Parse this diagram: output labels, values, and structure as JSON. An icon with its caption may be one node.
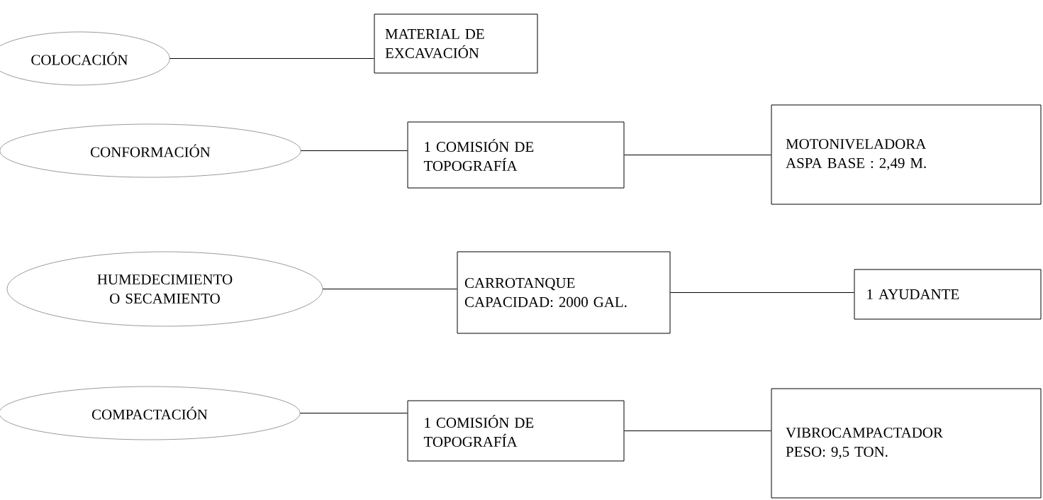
{
  "diagram": {
    "nodes": [
      {
        "text": [
          "COLOCACIÓN"
        ]
      },
      {
        "text": [
          "MATERIAL DE EXCAVACIÓN"
        ]
      },
      {
        "text": [
          "CONFORMACIÓN"
        ]
      },
      {
        "text": [
          "1 COMISIÓN DE TOPOGRAFÍA"
        ]
      },
      {
        "text": [
          "MOTONIVELADORA",
          "ASPA BASE : 2,49 M."
        ]
      },
      {
        "text": [
          "HUMEDECIMIENTO O SECAMIENTO"
        ]
      },
      {
        "text": [
          "CARROTANQUE",
          "CAPACIDAD: 2000 GAL."
        ]
      },
      {
        "text": [
          "1 AYUDANTE"
        ]
      },
      {
        "text": [
          "COMPACTACIÓN"
        ]
      },
      {
        "text": [
          "1 COMISIÓN DE TOPOGRAFÍA"
        ]
      },
      {
        "text": [
          "VIBROCAMPACTADOR",
          "PESO: 9,5 TON."
        ]
      }
    ],
    "edges": [
      {
        "from": 0,
        "to": 1,
        "arrow": "none"
      },
      {
        "from": 2,
        "to": 3,
        "arrow": "none"
      },
      {
        "from": 3,
        "to": 4,
        "arrow": "none"
      },
      {
        "from": 5,
        "to": 6,
        "arrow": "none"
      },
      {
        "from": 6,
        "to": 7,
        "arrow": "none"
      },
      {
        "from": 8,
        "to": 9,
        "arrow": "none"
      },
      {
        "from": 9,
        "to": 10,
        "arrow": "none"
      }
    ]
  }
}
